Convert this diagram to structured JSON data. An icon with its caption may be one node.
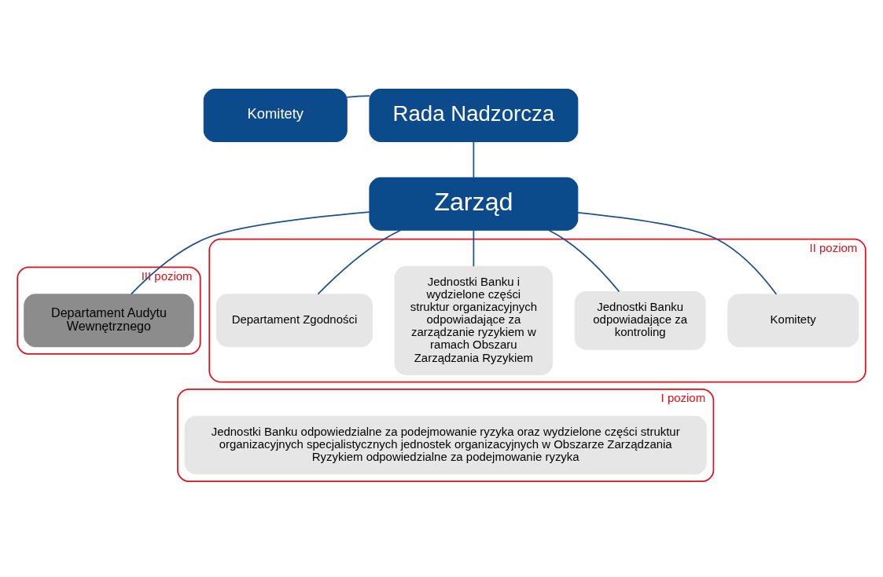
{
  "diagram": {
    "nodes": [
      {
        "text": [
          "Komitety"
        ]
      },
      {
        "text": [
          "Rada Nadzorcza"
        ]
      },
      {
        "text": [
          "Zarząd"
        ]
      },
      {
        "text": [
          "III poziom"
        ]
      },
      {
        "text": [
          "Departament Audytu Wewnętrznego"
        ],
        "in": 3
      },
      {
        "text": [
          "II poziom"
        ]
      },
      {
        "text": [
          "Komitety"
        ],
        "in": 5
      },
      {
        "text": [
          "Jednostki Banku odpowiadające za kontroling"
        ],
        "in": 5
      },
      {
        "text": [
          "Jednostki Banku i wydzielone części struktur organizacyjnych odpowiadające za zarządzanie ryzykiem w ramach Obszaru Zarządzania Ryzykiem"
        ],
        "in": 5
      },
      {
        "text": [
          "Departament Zgodności"
        ],
        "in": 5
      },
      {
        "text": [
          "I poziom"
        ]
      },
      {
        "text": [
          "Jednostki Banku odpowiedzialne za podejmowanie ryzyka oraz wydzielone części struktur organizacyjnych specjalistycznych jednostek organizacyjnych w Obszarze Zarządzania Ryzykiem odpowiedzialne za podejmowanie ryzyka"
        ],
        "in": 10
      }
    ],
    "edges": [
      {
        "from": 0,
        "to": 1,
        "arrow": "none"
      },
      {
        "from": 1,
        "to": 2,
        "arrow": "none"
      },
      {
        "from": 2,
        "to": 4,
        "arrow": "none"
      },
      {
        "from": 2,
        "to": 6,
        "arrow": "none"
      },
      {
        "from": 2,
        "to": 7,
        "arrow": "none"
      },
      {
        "from": 2,
        "to": 8,
        "arrow": "none"
      },
      {
        "from": 2,
        "to": 9,
        "arrow": "none"
      }
    ]
  }
}
